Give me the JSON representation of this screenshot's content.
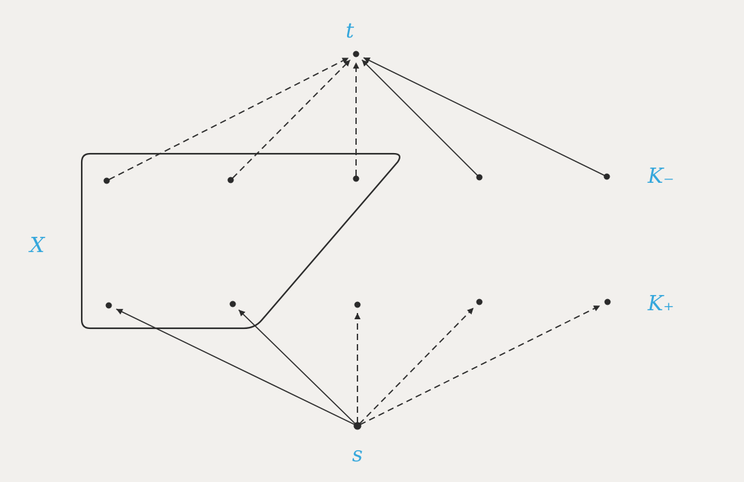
{
  "colors": {
    "background": "#f2f0ed",
    "ink": "#2b2b2b",
    "label": "#35a7dc"
  },
  "labels": {
    "t": "t",
    "s": "s",
    "x_set": "X",
    "k_minus": "K₋",
    "k_plus": "K₊"
  },
  "nodes": [
    {
      "id": "t"
    },
    {
      "id": "s"
    },
    {
      "id": "u1"
    },
    {
      "id": "u2"
    },
    {
      "id": "u3"
    },
    {
      "id": "u4"
    },
    {
      "id": "u5"
    },
    {
      "id": "l1"
    },
    {
      "id": "l2"
    },
    {
      "id": "l3"
    },
    {
      "id": "l4"
    },
    {
      "id": "l5"
    }
  ],
  "edges": [
    {
      "from": "u1",
      "to": "t",
      "style": "dashed"
    },
    {
      "from": "u2",
      "to": "t",
      "style": "dashed"
    },
    {
      "from": "u3",
      "to": "t",
      "style": "dashed"
    },
    {
      "from": "u4",
      "to": "t",
      "style": "solid"
    },
    {
      "from": "u5",
      "to": "t",
      "style": "solid"
    },
    {
      "from": "s",
      "to": "l1",
      "style": "solid"
    },
    {
      "from": "s",
      "to": "l2",
      "style": "solid"
    },
    {
      "from": "s",
      "to": "l3",
      "style": "dashed"
    },
    {
      "from": "s",
      "to": "l4",
      "style": "dashed"
    },
    {
      "from": "s",
      "to": "l5",
      "style": "dashed"
    }
  ]
}
